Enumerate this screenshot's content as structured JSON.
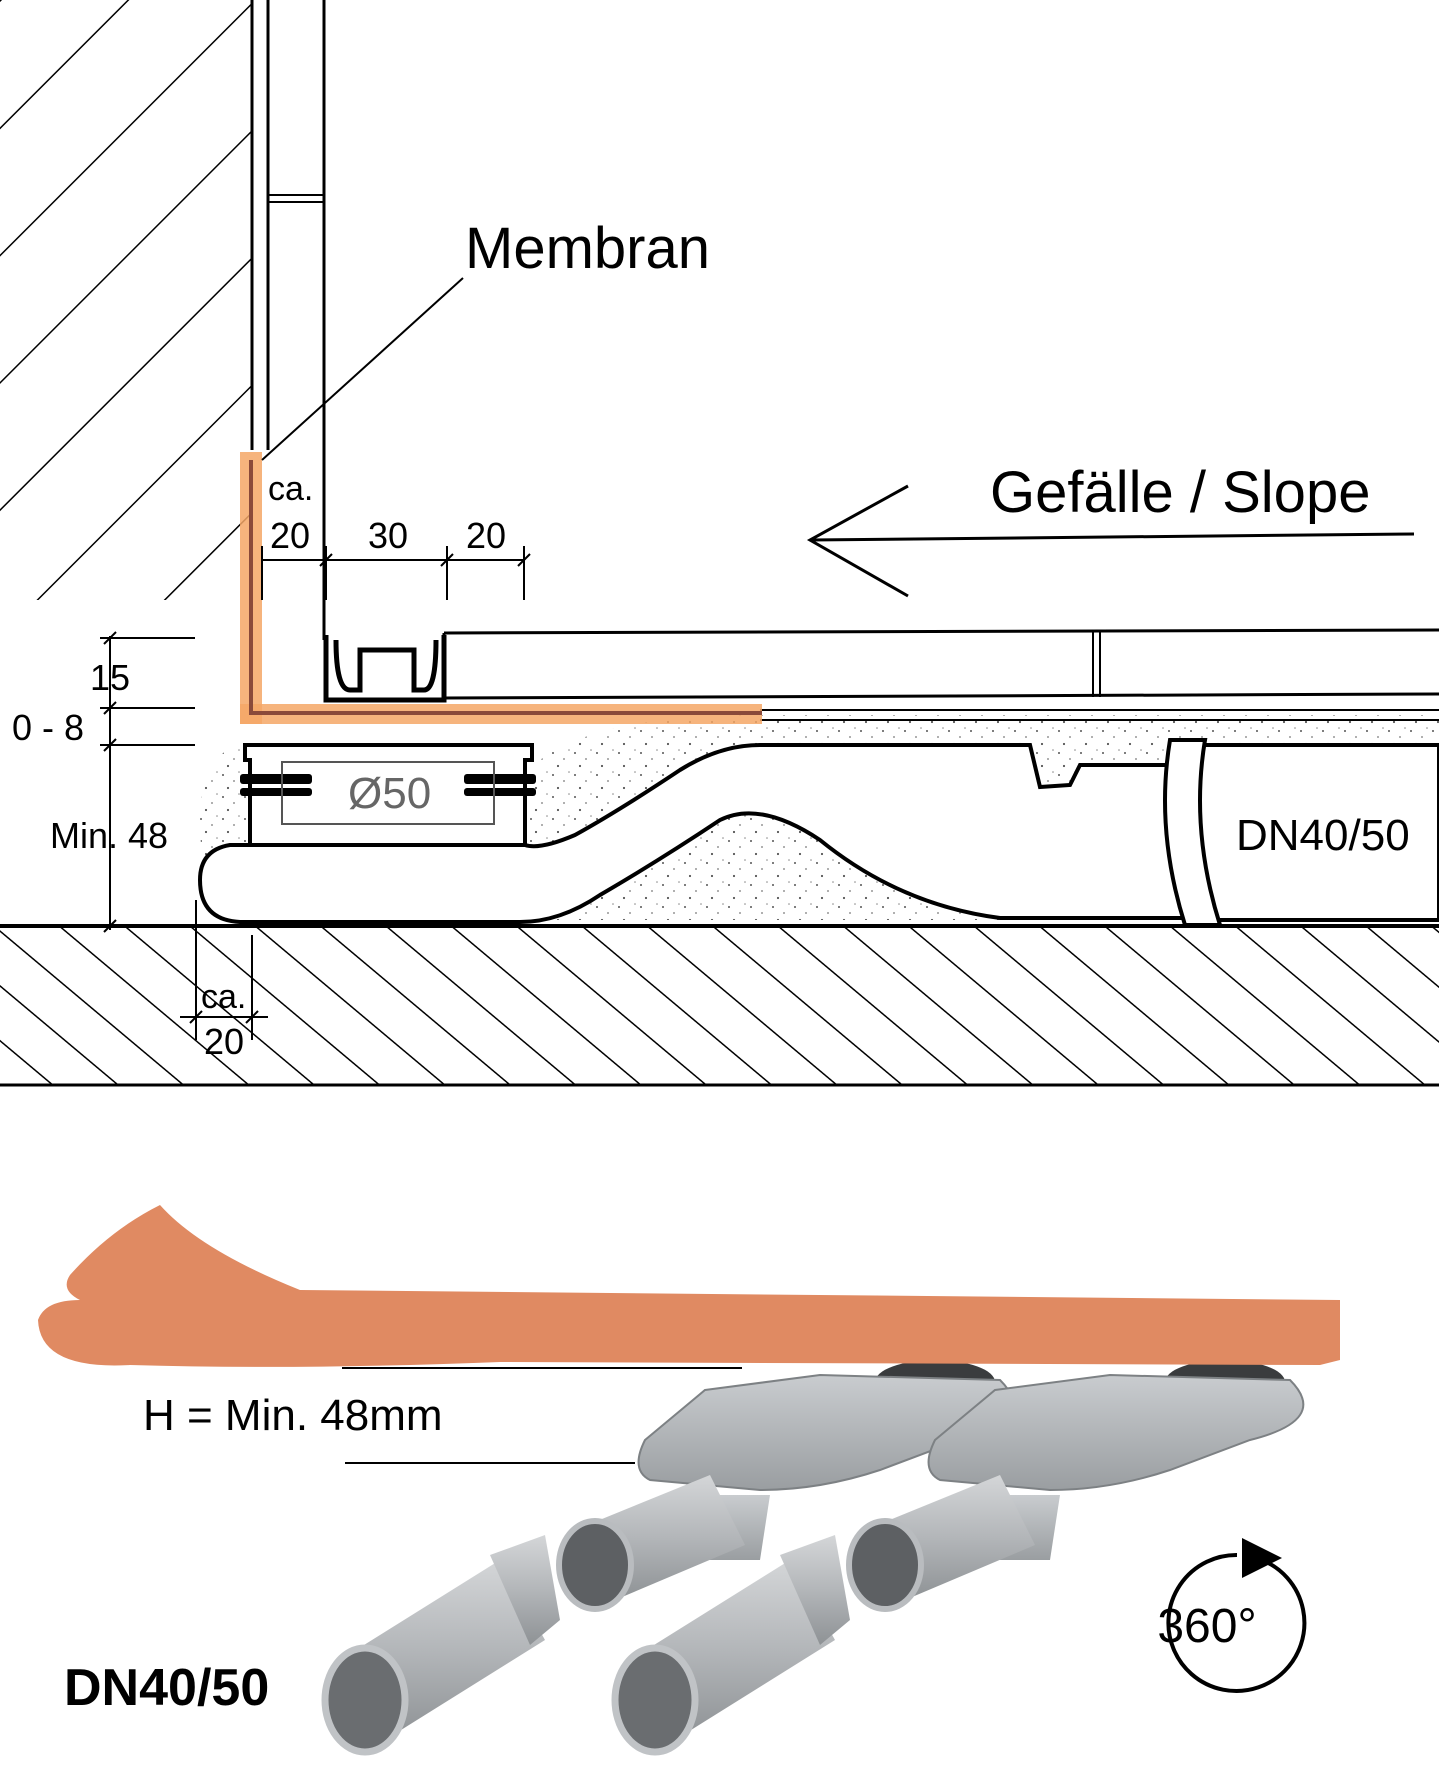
{
  "drawing": {
    "membrane_label": "Membran",
    "slope_label": "Gefälle / Slope",
    "dim_ca_top": "ca.",
    "dim_20_left": "20",
    "dim_30": "30",
    "dim_20_right": "20",
    "dim_15": "15",
    "dim_0_8": "0 - 8",
    "dim_min48": "Min. 48",
    "dim_ca_bottom": "ca.",
    "dim_20_bottom": "20",
    "diameter_label": "Ø50",
    "pipe_label": "DN40/50"
  },
  "product": {
    "height_label": "H = Min. 48mm",
    "dn_label": "DN40/50",
    "rotation_label": "360°"
  },
  "colors": {
    "line": "#000000",
    "membrane": "#f4a766",
    "membrane_dark": "#8a4a3a",
    "fabric": "#e08a62",
    "plastic": "#b9bcbf",
    "plastic_dark": "#6e7275"
  }
}
